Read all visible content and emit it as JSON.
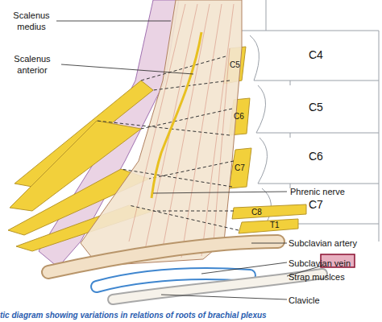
{
  "diagram": {
    "caption": "tic diagram showing variations in relations of roots of brachial plexus",
    "labels": [
      "Scalenus medius",
      "C4",
      "Scalenus anterior",
      "C5",
      "C5",
      "C6",
      "C6",
      "C7",
      "C7",
      "Phrenic nerve",
      "C8",
      "T1",
      "Subclavian artery",
      "Subclavian vein",
      "Strap muslces",
      "Clavicle"
    ]
  }
}
